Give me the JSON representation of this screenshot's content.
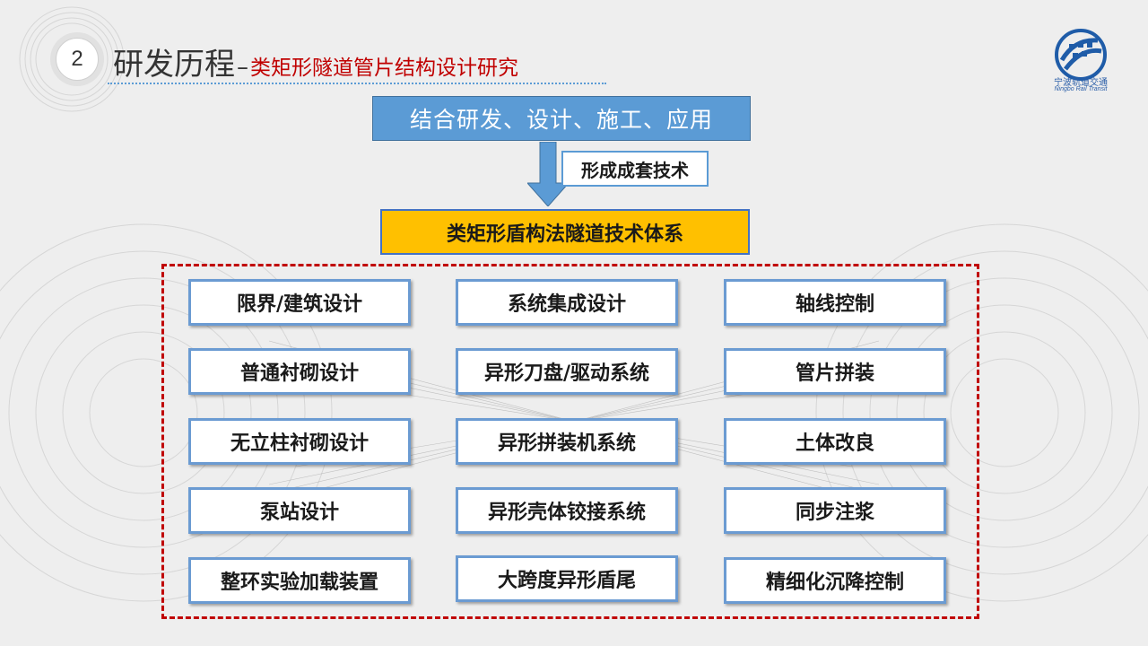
{
  "header": {
    "section_number": "2",
    "title": "研发历程",
    "separator": "–",
    "subtitle": "类矩形隧道管片结构设计研究"
  },
  "logo": {
    "name_cn": "宁波轨道交通",
    "name_en": "Ningbo Rail Transit",
    "icon": "ningbo-rail-transit-logo"
  },
  "flow": {
    "top_label": "结合研发、设计、施工、应用",
    "note_label": "形成成套技术",
    "system_label": "类矩形盾构法隧道技术体系"
  },
  "grid": {
    "columns": [
      [
        "限界/建筑设计",
        "普通衬砌设计",
        "无立柱衬砌设计",
        "泵站设计",
        "整环实验加载装置"
      ],
      [
        "系统集成设计",
        "异形刀盘/驱动系统",
        "异形拼装机系统",
        "异形壳体铰接系统",
        "大跨度异形盾尾"
      ],
      [
        "轴线控制",
        "管片拼装",
        "土体改良",
        "同步注浆",
        "精细化沉降控制"
      ]
    ]
  },
  "colors": {
    "accent_blue": "#5b9bd5",
    "highlight_yellow": "#ffc000",
    "frame_red": "#c00000",
    "cell_border": "#6b9bd2"
  }
}
